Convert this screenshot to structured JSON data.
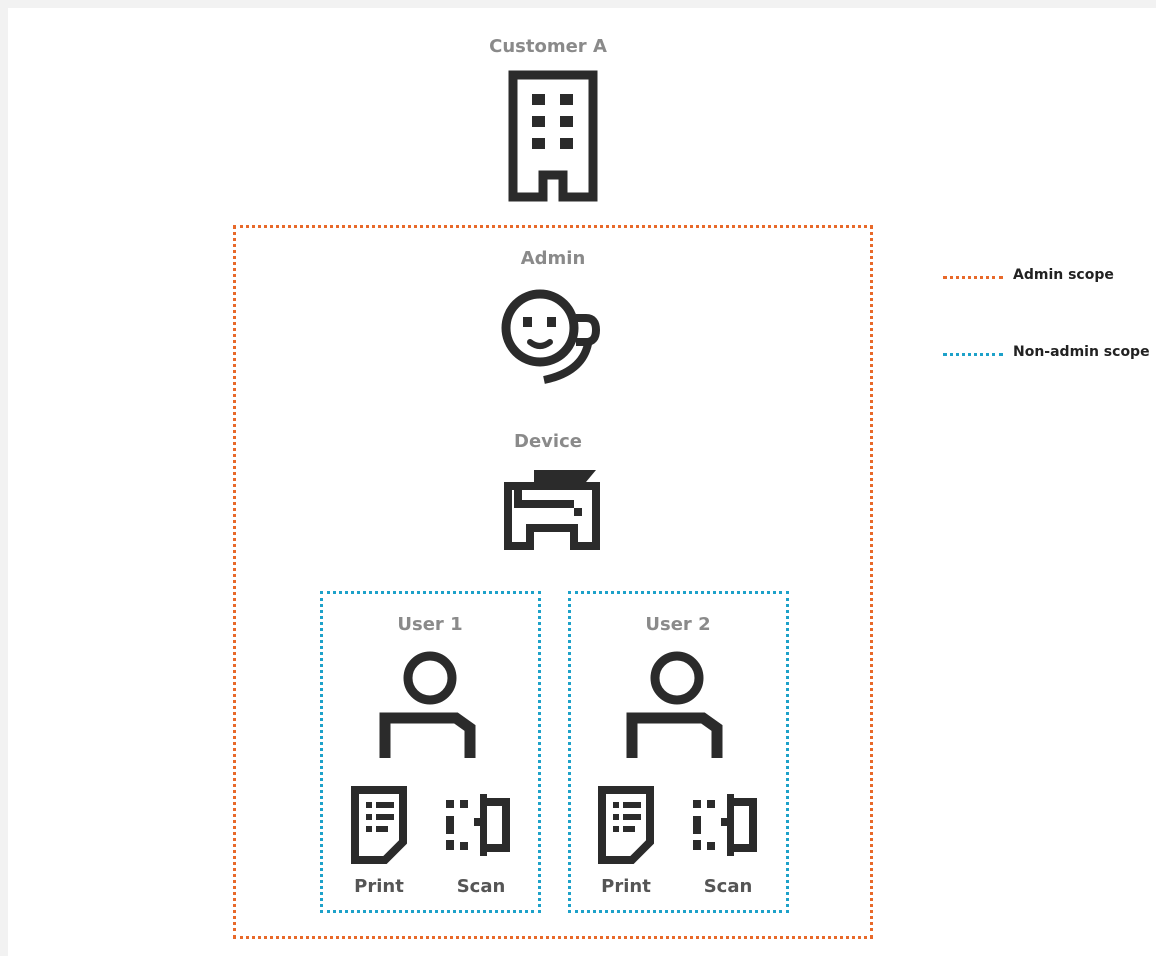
{
  "customer": {
    "label": "Customer A",
    "icon": "building-icon"
  },
  "admin": {
    "label": "Admin",
    "icon": "admin-headset-icon"
  },
  "device": {
    "label": "Device",
    "icon": "printer-icon"
  },
  "users": [
    {
      "label": "User 1",
      "icon": "user-icon",
      "print_label": "Print",
      "scan_label": "Scan"
    },
    {
      "label": "User 2",
      "icon": "user-icon",
      "print_label": "Print",
      "scan_label": "Scan"
    }
  ],
  "legend": {
    "admin_scope": "Admin scope",
    "non_admin_scope": "Non-admin scope"
  },
  "colors": {
    "admin_scope": "#e8692a",
    "non_admin_scope": "#1da1c9",
    "icon": "#2b2b2b",
    "label": "#8a8a8a"
  }
}
